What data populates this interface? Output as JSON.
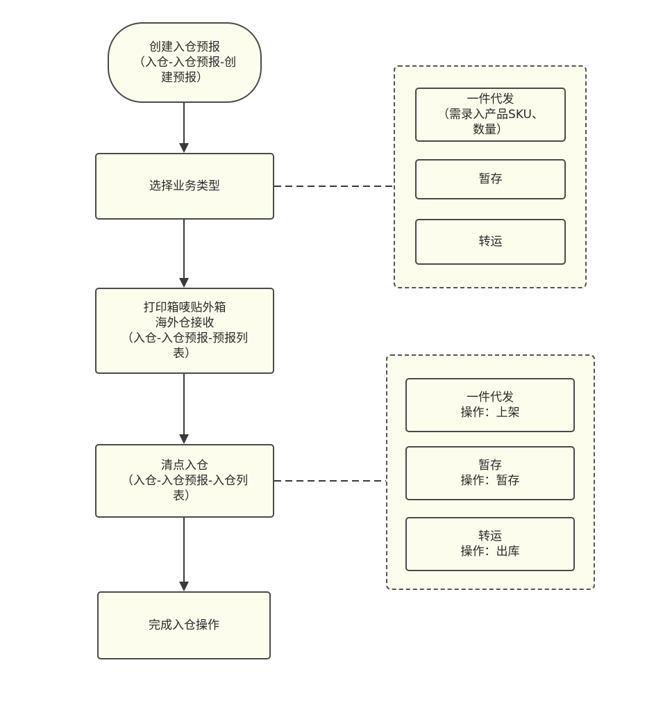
{
  "colors": {
    "node_fill": "#fdfdee",
    "node_border": "#4a4a4a",
    "group_fill": "#fdfdee",
    "connector": "#3a3a3a",
    "text": "#2a2a2a"
  },
  "flow": {
    "start": {
      "lines": [
        "创建入仓预报",
        "（入仓-入仓预报-创",
        "建预报）"
      ]
    },
    "select_type": {
      "lines": [
        "选择业务类型"
      ]
    },
    "print_receive": {
      "lines": [
        "打印箱唛贴外箱",
        "海外仓接收",
        "（入仓-入仓预报-预报列",
        "表）"
      ]
    },
    "count_in": {
      "lines": [
        "清点入仓",
        "（入仓-入仓预报-入仓列",
        "表）"
      ]
    },
    "complete": {
      "lines": [
        "完成入仓操作"
      ]
    }
  },
  "business_types": {
    "items": [
      {
        "lines": [
          "一件代发",
          "（需录入产品SKU、",
          "数量）"
        ]
      },
      {
        "lines": [
          "暂存"
        ]
      },
      {
        "lines": [
          "转运"
        ]
      }
    ]
  },
  "operations": {
    "items": [
      {
        "lines": [
          "一件代发",
          "操作：上架"
        ]
      },
      {
        "lines": [
          "暂存",
          "操作：暂存"
        ]
      },
      {
        "lines": [
          "转运",
          "操作：出库"
        ]
      }
    ]
  }
}
